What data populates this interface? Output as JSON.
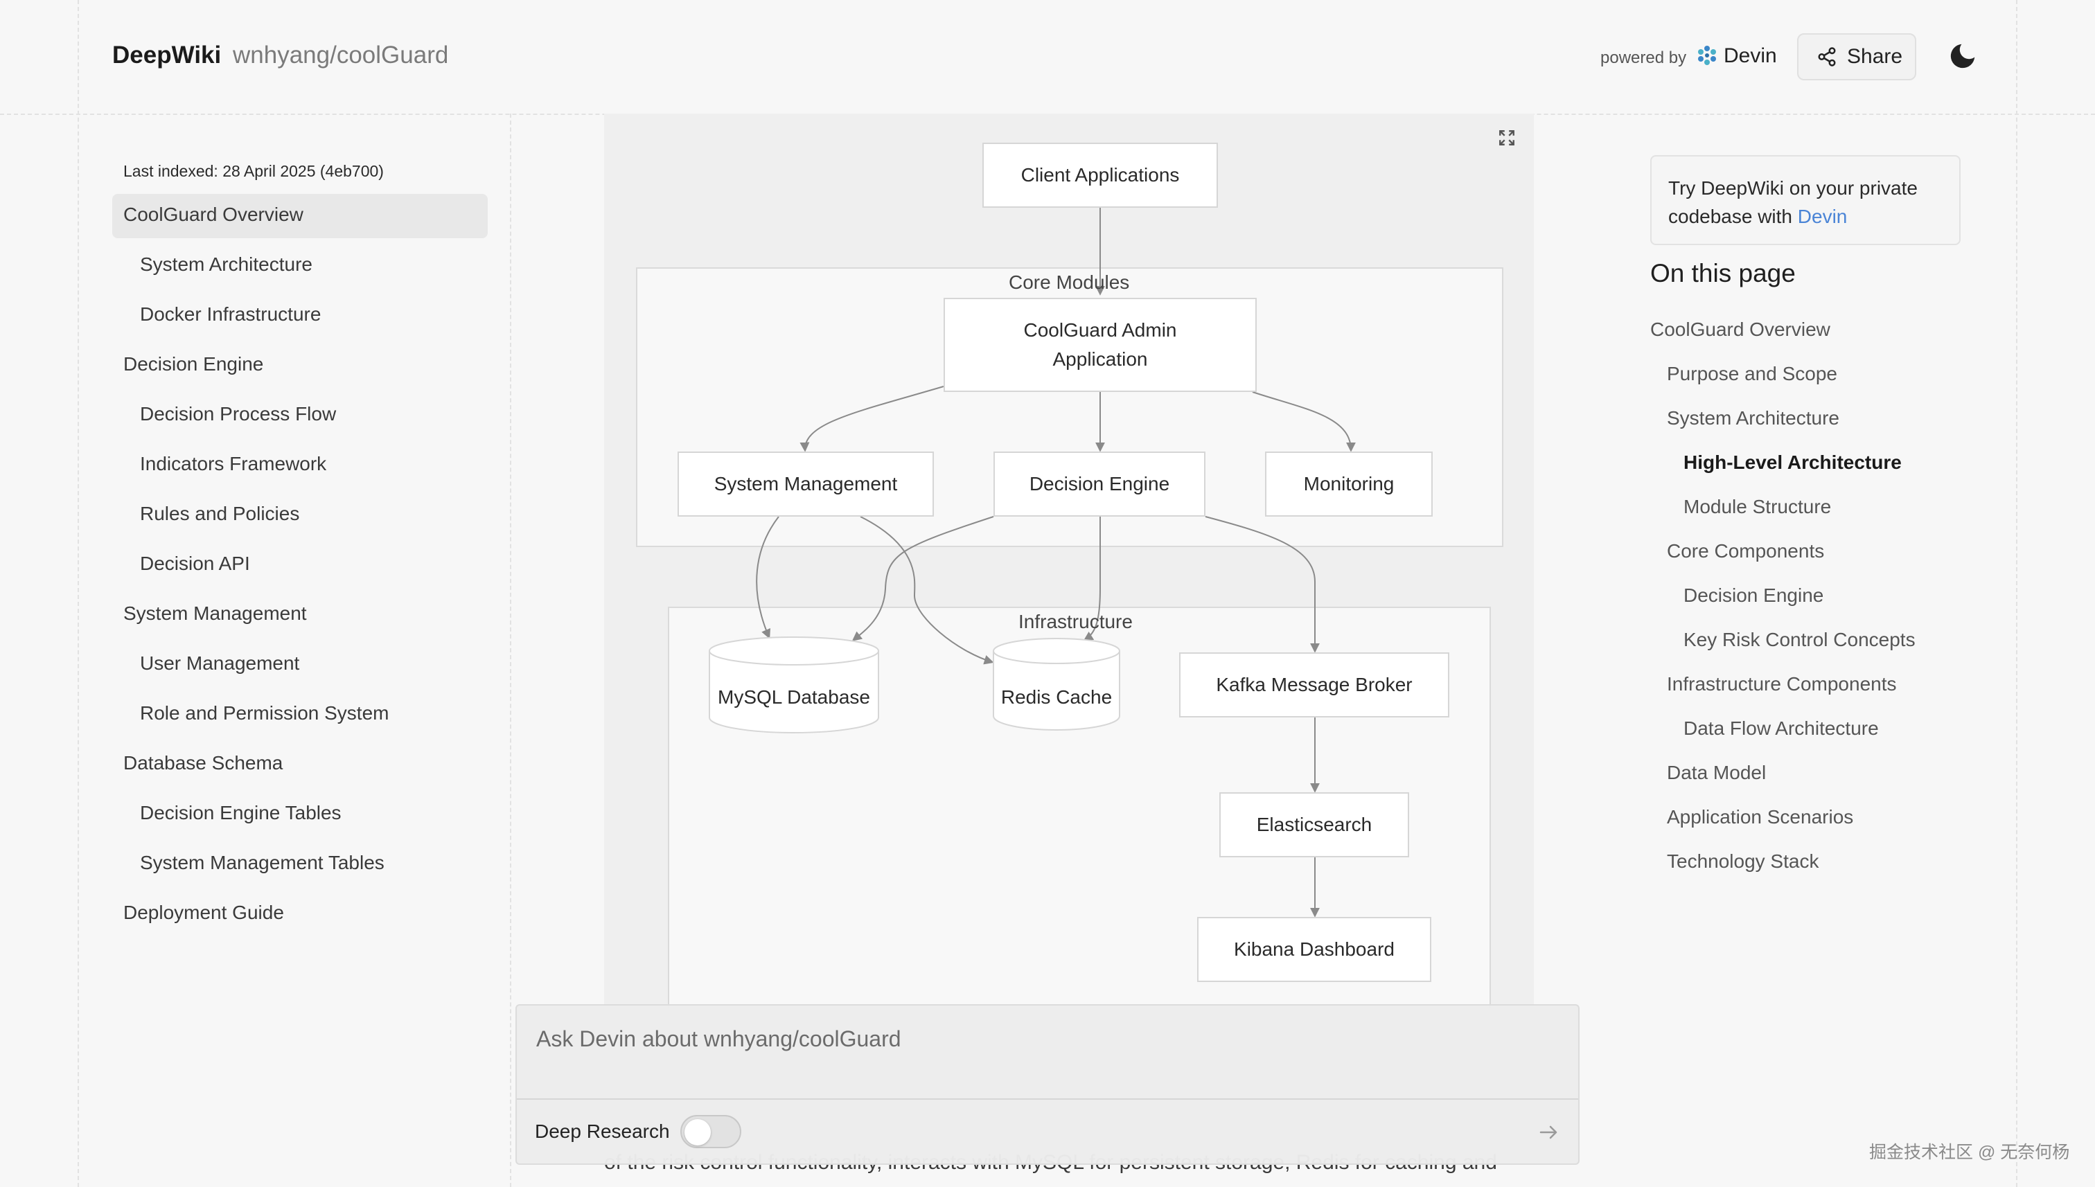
{
  "header": {
    "brand": "DeepWiki",
    "repo": "wnhyang/coolGuard",
    "powered_by": "powered by",
    "devin": "Devin",
    "share": "Share"
  },
  "sidebar": {
    "last_indexed": "Last indexed: 28 April 2025 (4eb700)",
    "items": [
      {
        "label": "CoolGuard Overview"
      },
      {
        "label": "System Architecture"
      },
      {
        "label": "Docker Infrastructure"
      },
      {
        "label": "Decision Engine"
      },
      {
        "label": "Decision Process Flow"
      },
      {
        "label": "Indicators Framework"
      },
      {
        "label": "Rules and Policies"
      },
      {
        "label": "Decision API"
      },
      {
        "label": "System Management"
      },
      {
        "label": "User Management"
      },
      {
        "label": "Role and Permission System"
      },
      {
        "label": "Database Schema"
      },
      {
        "label": "Decision Engine Tables"
      },
      {
        "label": "System Management Tables"
      },
      {
        "label": "Deployment Guide"
      }
    ]
  },
  "diagram": {
    "groups": {
      "core": "Core Modules",
      "infra": "Infrastructure"
    },
    "nodes": {
      "client": "Client Applications",
      "admin": "CoolGuard Admin Application",
      "sysmgmt": "System Management",
      "engine": "Decision Engine",
      "monitoring": "Monitoring",
      "mysql": "MySQL Database",
      "redis": "Redis Cache",
      "kafka": "Kafka Message Broker",
      "es": "Elasticsearch",
      "kibana": "Kibana Dashboard"
    }
  },
  "ask": {
    "placeholder": "Ask Devin about wnhyang/coolGuard",
    "deep_research": "Deep Research",
    "deep_research_on": false
  },
  "content_behind": "of the risk control functionality, interacts with MySQL for persistent storage, Redis for caching and",
  "promo": {
    "text": "Try DeepWiki on your private codebase with",
    "link": "Devin"
  },
  "toc": {
    "title": "On this page",
    "items": [
      {
        "label": "CoolGuard Overview"
      },
      {
        "label": "Purpose and Scope"
      },
      {
        "label": "System Architecture"
      },
      {
        "label": "High-Level Architecture"
      },
      {
        "label": "Module Structure"
      },
      {
        "label": "Core Components"
      },
      {
        "label": "Decision Engine"
      },
      {
        "label": "Key Risk Control Concepts"
      },
      {
        "label": "Infrastructure Components"
      },
      {
        "label": "Data Flow Architecture"
      },
      {
        "label": "Data Model"
      },
      {
        "label": "Application Scenarios"
      },
      {
        "label": "Technology Stack"
      }
    ]
  },
  "watermark": "掘金技术社区 @ 无奈何杨"
}
